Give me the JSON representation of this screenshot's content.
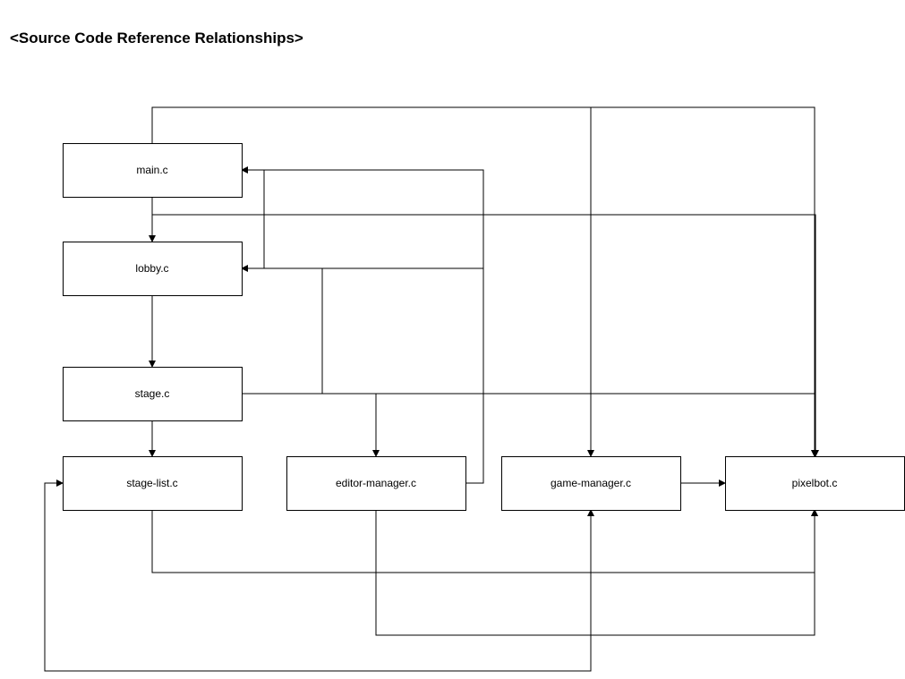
{
  "title": "<Source Code Reference Relationships>",
  "nodes": [
    {
      "id": "main",
      "label": "main.c"
    },
    {
      "id": "lobby",
      "label": "lobby.c"
    },
    {
      "id": "stage",
      "label": "stage.c"
    },
    {
      "id": "stage_list",
      "label": "stage-list.c"
    },
    {
      "id": "editor_manager",
      "label": "editor-manager.c"
    },
    {
      "id": "game_manager",
      "label": "game-manager.c"
    },
    {
      "id": "pixelbot",
      "label": "pixelbot.c"
    }
  ],
  "edges": [
    {
      "from": "main",
      "to": "lobby"
    },
    {
      "from": "main",
      "to": "game_manager"
    },
    {
      "from": "main",
      "to": "pixelbot"
    },
    {
      "from": "lobby",
      "to": "stage"
    },
    {
      "from": "lobby",
      "to": "pixelbot"
    },
    {
      "from": "stage",
      "to": "stage_list"
    },
    {
      "from": "stage",
      "to": "lobby"
    },
    {
      "from": "stage",
      "to": "editor_manager"
    },
    {
      "from": "stage",
      "to": "pixelbot"
    },
    {
      "from": "editor_manager",
      "to": "main"
    },
    {
      "from": "editor_manager",
      "to": "lobby"
    },
    {
      "from": "editor_manager",
      "to": "pixelbot"
    },
    {
      "from": "game_manager",
      "to": "pixelbot"
    },
    {
      "from": "game_manager",
      "to": "stage_list"
    },
    {
      "from": "stage_list",
      "to": "pixelbot"
    },
    {
      "from": "stage_list",
      "to": "game_manager"
    }
  ]
}
